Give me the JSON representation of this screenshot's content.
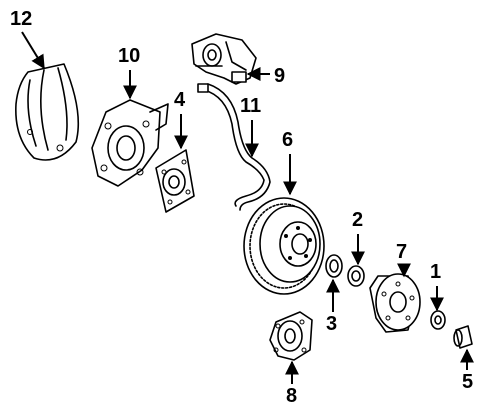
{
  "callouts": [
    {
      "id": "12",
      "label": "12"
    },
    {
      "id": "10",
      "label": "10"
    },
    {
      "id": "9",
      "label": "9"
    },
    {
      "id": "4",
      "label": "4"
    },
    {
      "id": "11",
      "label": "11"
    },
    {
      "id": "6",
      "label": "6"
    },
    {
      "id": "2",
      "label": "2"
    },
    {
      "id": "7",
      "label": "7"
    },
    {
      "id": "1",
      "label": "1"
    },
    {
      "id": "3",
      "label": "3"
    },
    {
      "id": "5",
      "label": "5"
    },
    {
      "id": "8",
      "label": "8"
    }
  ],
  "parts": [
    {
      "callout": "12",
      "icon": "splash-shield-icon"
    },
    {
      "callout": "10",
      "icon": "caliper-bracket-icon"
    },
    {
      "callout": "9",
      "icon": "caliper-icon"
    },
    {
      "callout": "4",
      "icon": "adapter-plate-icon"
    },
    {
      "callout": "11",
      "icon": "brake-hose-icon"
    },
    {
      "callout": "6",
      "icon": "rotor-icon"
    },
    {
      "callout": "2",
      "icon": "bearing-race-icon"
    },
    {
      "callout": "7",
      "icon": "hub-icon"
    },
    {
      "callout": "1",
      "icon": "seal-icon"
    },
    {
      "callout": "3",
      "icon": "bearing-icon"
    },
    {
      "callout": "5",
      "icon": "dust-cap-icon"
    },
    {
      "callout": "8",
      "icon": "hub-flange-icon"
    }
  ]
}
